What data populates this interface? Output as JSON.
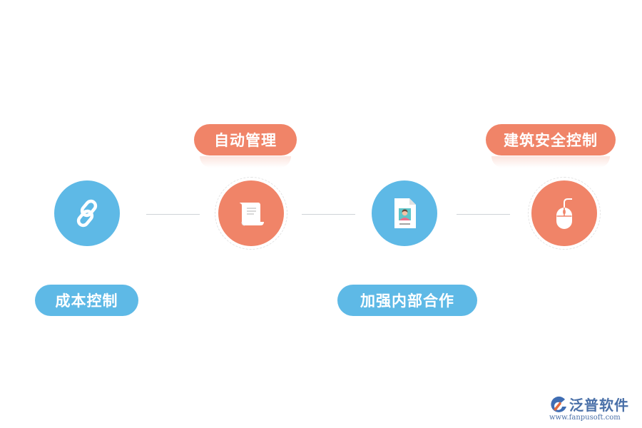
{
  "diagram": {
    "labels": {
      "cost_control": "成本控制",
      "auto_management": "自动管理",
      "internal_cooperation": "加强内部合作",
      "safety_control": "建筑安全控制"
    },
    "nodes": [
      {
        "icon": "link-icon",
        "color": "#5eb9e6"
      },
      {
        "icon": "scroll-icon",
        "color": "#f08468"
      },
      {
        "icon": "id-card-icon",
        "color": "#5eb9e6"
      },
      {
        "icon": "mouse-icon",
        "color": "#f08468"
      }
    ]
  },
  "brand": {
    "name": "泛普软件",
    "url": "www.fanpusoft.com"
  },
  "colors": {
    "blue": "#5eb9e6",
    "orange": "#f08468",
    "connector": "#cfd3d8"
  }
}
